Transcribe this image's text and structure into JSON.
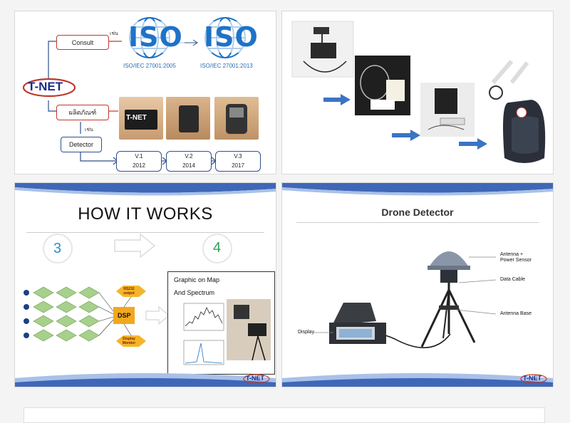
{
  "slide1": {
    "consult_label": "Consult",
    "product_label": "ผลิตภัณฑ์",
    "detector_label": "Detector",
    "example1": "เช่น",
    "example2": "เช่น",
    "iso1": "ISO",
    "iso1_std": "ISO/IEC 27001:2005",
    "iso2": "ISO",
    "iso2_std": "ISO/IEC 27001:2013",
    "logo": "T-NET",
    "versions": [
      {
        "name": "V.1",
        "year": "2012"
      },
      {
        "name": "V.2",
        "year": "2014"
      },
      {
        "name": "V.3",
        "year": "2017"
      }
    ],
    "device_logo": "T-NET"
  },
  "slide3": {
    "title": "HOW IT WORKS",
    "step_a": "3",
    "step_b": "4",
    "card_title1": "Graphic on Map",
    "card_title2": "And Spectrum",
    "dsp": "DSP",
    "rs232": "RS232 output",
    "display_monitor": "Display Monitor",
    "logo": "T-NET"
  },
  "slide4": {
    "title": "Drone Detector",
    "callouts": {
      "antenna": "Antenna +\nPower Sensor",
      "data_cable": "Data Cable",
      "antenna_base": "Antenna Base",
      "display": "Display"
    },
    "logo": "T-NET"
  },
  "colors": {
    "iso_blue": "#1e73c8",
    "accent_red": "#c0392b",
    "navy": "#2f4f8f",
    "arrow_blue": "#3a74c4"
  }
}
